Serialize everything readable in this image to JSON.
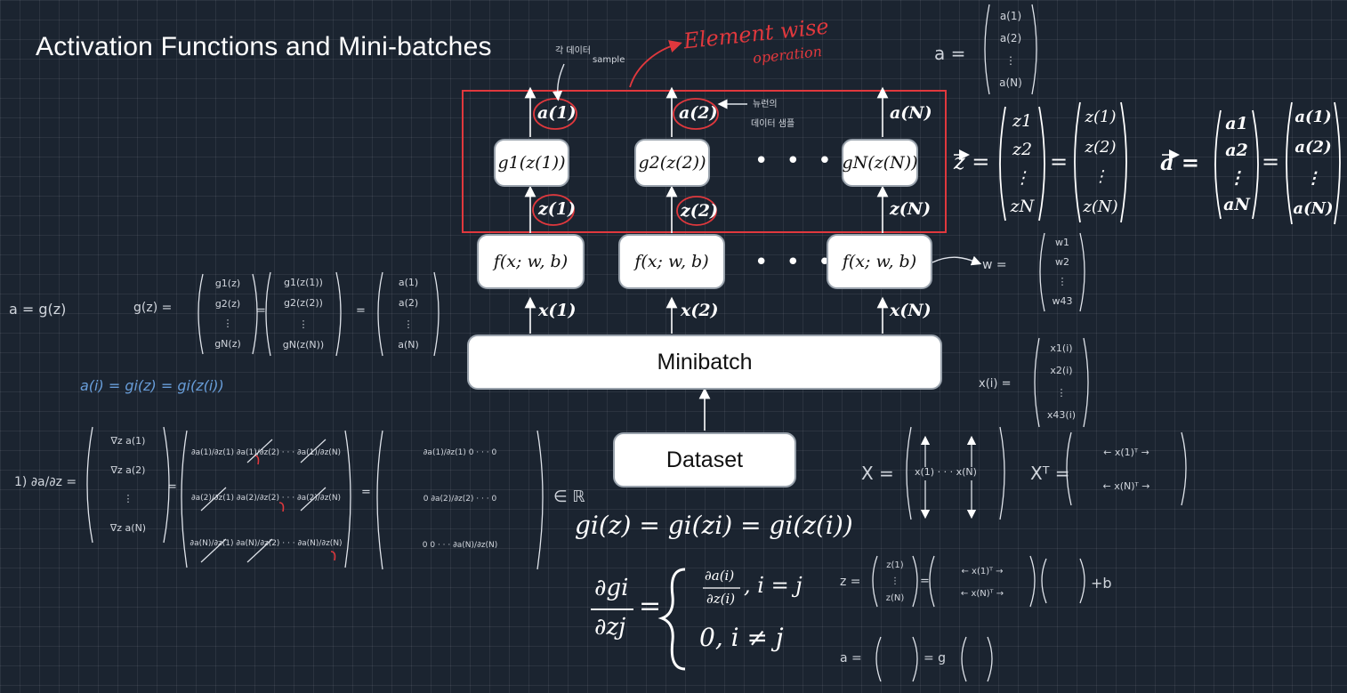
{
  "title": "Activation Functions and Mini-batches",
  "annotations": {
    "element_wise": "Element wise",
    "operation": "operation",
    "korean_top_1": "각 데이터",
    "korean_top_2": "sample",
    "korean_mid_1": "뉴런의",
    "korean_mid_2": "데이터 샘플"
  },
  "columns": [
    {
      "a": "a(1)",
      "g": "g1(z(1))",
      "z": "z(1)",
      "f": "f(x; w, b)",
      "x": "x(1)"
    },
    {
      "a": "a(2)",
      "g": "g2(z(2))",
      "z": "z(2)",
      "f": "f(x; w, b)",
      "x": "x(2)"
    },
    {
      "a": "a(N)",
      "g": "gN(z(N))",
      "z": "z(N)",
      "f": "f(x; w, b)",
      "x": "x(N)"
    }
  ],
  "ellipsis": "• • •",
  "minibatch_label": "Minibatch",
  "dataset_label": "Dataset",
  "vectors": {
    "z_lhs": "z =",
    "z_col1": [
      "z1",
      "z2",
      "⋮",
      "zN"
    ],
    "z_col2": [
      "z(1)",
      "z(2)",
      "⋮",
      "z(N)"
    ],
    "a_lhs": "a =",
    "a_col1": [
      "a1",
      "a2",
      "⋮",
      "aN"
    ],
    "a_col2": [
      "a(1)",
      "a(2)",
      "⋮",
      "a(N)"
    ],
    "eq": "="
  },
  "top_right": {
    "lhs": "a =",
    "col": [
      "a(1)",
      "a(2)",
      "⋮",
      "a(N)"
    ]
  },
  "equations": {
    "g_eq": "gi(z) = gi(zi) = gi(z(i))",
    "partial_lhs_num": "∂gi",
    "partial_lhs_den": "∂zj",
    "case1_num": "∂a(i)",
    "case1_den": "∂z(i)",
    "case1_cond": ", i = j",
    "case2": "0,    i ≠ j"
  },
  "notes": {
    "a_def": "a = g(z)",
    "g_vec": "g(z) =",
    "g_col": [
      "g1(z)",
      "g2(z)",
      "⋮",
      "gN(z)"
    ],
    "g_col2": [
      "g1(z(1))",
      "g2(z(2))",
      "⋮",
      "gN(z(N))"
    ],
    "a_col": [
      "a(1)",
      "a(2)",
      "⋮",
      "a(N)"
    ],
    "blue_eq": "a(i) = gi(z) = gi(z(i))",
    "jac_label": "1) ∂a/∂z =",
    "jac_col": [
      "∇z a(1)",
      "∇z a(2)",
      "⋮",
      "∇z a(N)"
    ],
    "jac_row1": "∂a(1)/∂z(1)   ∂a(1)/∂z(2) · · · ∂a(1)/∂z(N)",
    "jac_row2": "∂a(2)/∂z(1)   ∂a(2)/∂z(2) · · · ∂a(2)/∂z(N)",
    "jac_row3": "∂a(N)/∂z(1)   ∂a(N)/∂z(2) · · · ∂a(N)/∂z(N)",
    "diag_row1": "∂a(1)/∂z(1)   0  · · ·  0",
    "diag_row2": "0   ∂a(2)/∂z(2) · · ·  0",
    "diag_row3": "0   0  · · ·  ∂a(N)/∂z(N)",
    "in_r": "∈ ℝ",
    "w_vec": "w =",
    "w_col": [
      "w1",
      "w2",
      "⋮",
      "w43"
    ],
    "x_vec": "x(i) =",
    "x_col": [
      "x1(i)",
      "x2(i)",
      "⋮",
      "x43(i)"
    ],
    "X_mat": "X =",
    "X_body": "x(1) · · · x(N)",
    "XT_mat": "Xᵀ =",
    "XT_row1": "← x(1)ᵀ →",
    "XT_row2": "← x(N)ᵀ →",
    "zx_eq": "z =",
    "zx_col": [
      "z(1)",
      "⋮",
      "z(N)"
    ],
    "zx_rhs": "+b",
    "az_eq": "a =",
    "az_g": "= g"
  }
}
